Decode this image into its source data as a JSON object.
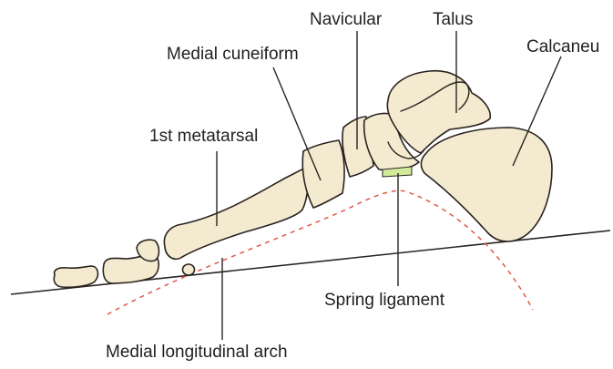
{
  "labels": {
    "navicular": "Navicular",
    "talus": "Talus",
    "calcaneus": "Calcaneu",
    "medial_cuneiform": "Medial cuneiform",
    "first_metatarsal": "1st metatarsal",
    "spring_ligament": "Spring ligament",
    "medial_longitudinal_arch": "Medial longitudinal arch"
  },
  "colors": {
    "bone_fill": "#f4ead0",
    "outline": "#2a2420",
    "arch_line": "#e0584a",
    "ligament": "#d2ea9a"
  }
}
